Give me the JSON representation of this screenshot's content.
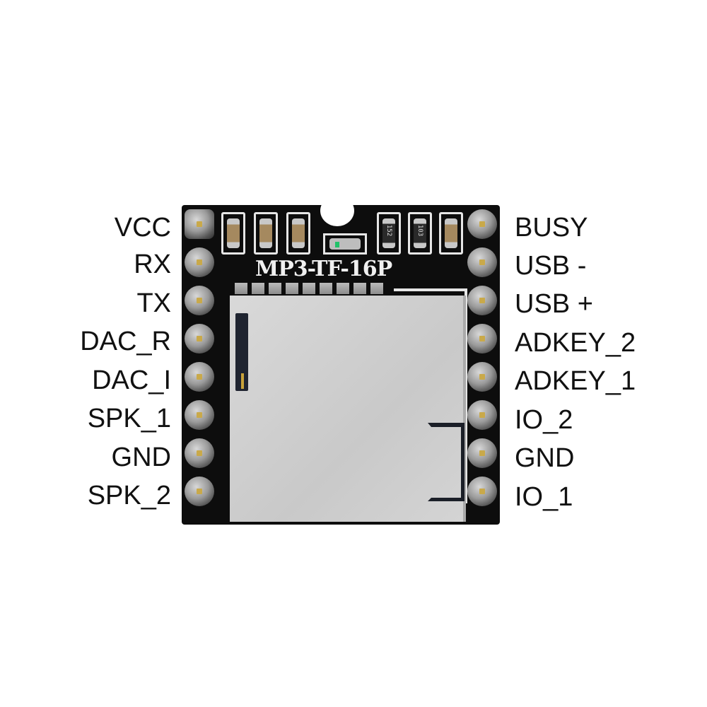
{
  "module": {
    "silkscreen_label": "MP3-TF-16P",
    "components": {
      "resistor_codes": [
        "152",
        "103"
      ],
      "led_color": "#22c26a"
    }
  },
  "pinout": {
    "left": [
      "VCC",
      "RX",
      "TX",
      "DAC_R",
      "DAC_I",
      "SPK_1",
      "GND",
      "SPK_2"
    ],
    "right": [
      "BUSY",
      "USB -",
      "USB +",
      "ADKEY_2",
      "ADKEY_1",
      "IO_2",
      "GND",
      "IO_1"
    ]
  }
}
